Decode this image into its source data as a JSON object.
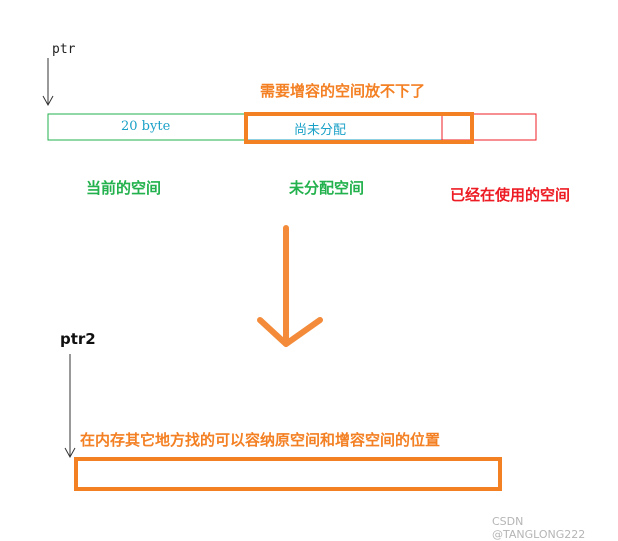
{
  "labels": {
    "ptr": "ptr",
    "ptr2": "ptr2",
    "current_size": "20 byte",
    "unallocated_inner": "尚未分配",
    "need_expand": "需要增容的空间放不下了",
    "current_space": "当前的空间",
    "unallocated_space": "未分配空间",
    "used_space": "已经在使用的空间",
    "new_location": "在内存其它地方找的可以容纳原空间和增容空间的位置",
    "watermark": "CSDN @TANGLONG222"
  },
  "colors": {
    "green": "#22b14c",
    "cyan": "#1ba1c7",
    "orange": "#f48024",
    "red": "#ed1c24",
    "arrow_orange": "#f38b3a"
  }
}
